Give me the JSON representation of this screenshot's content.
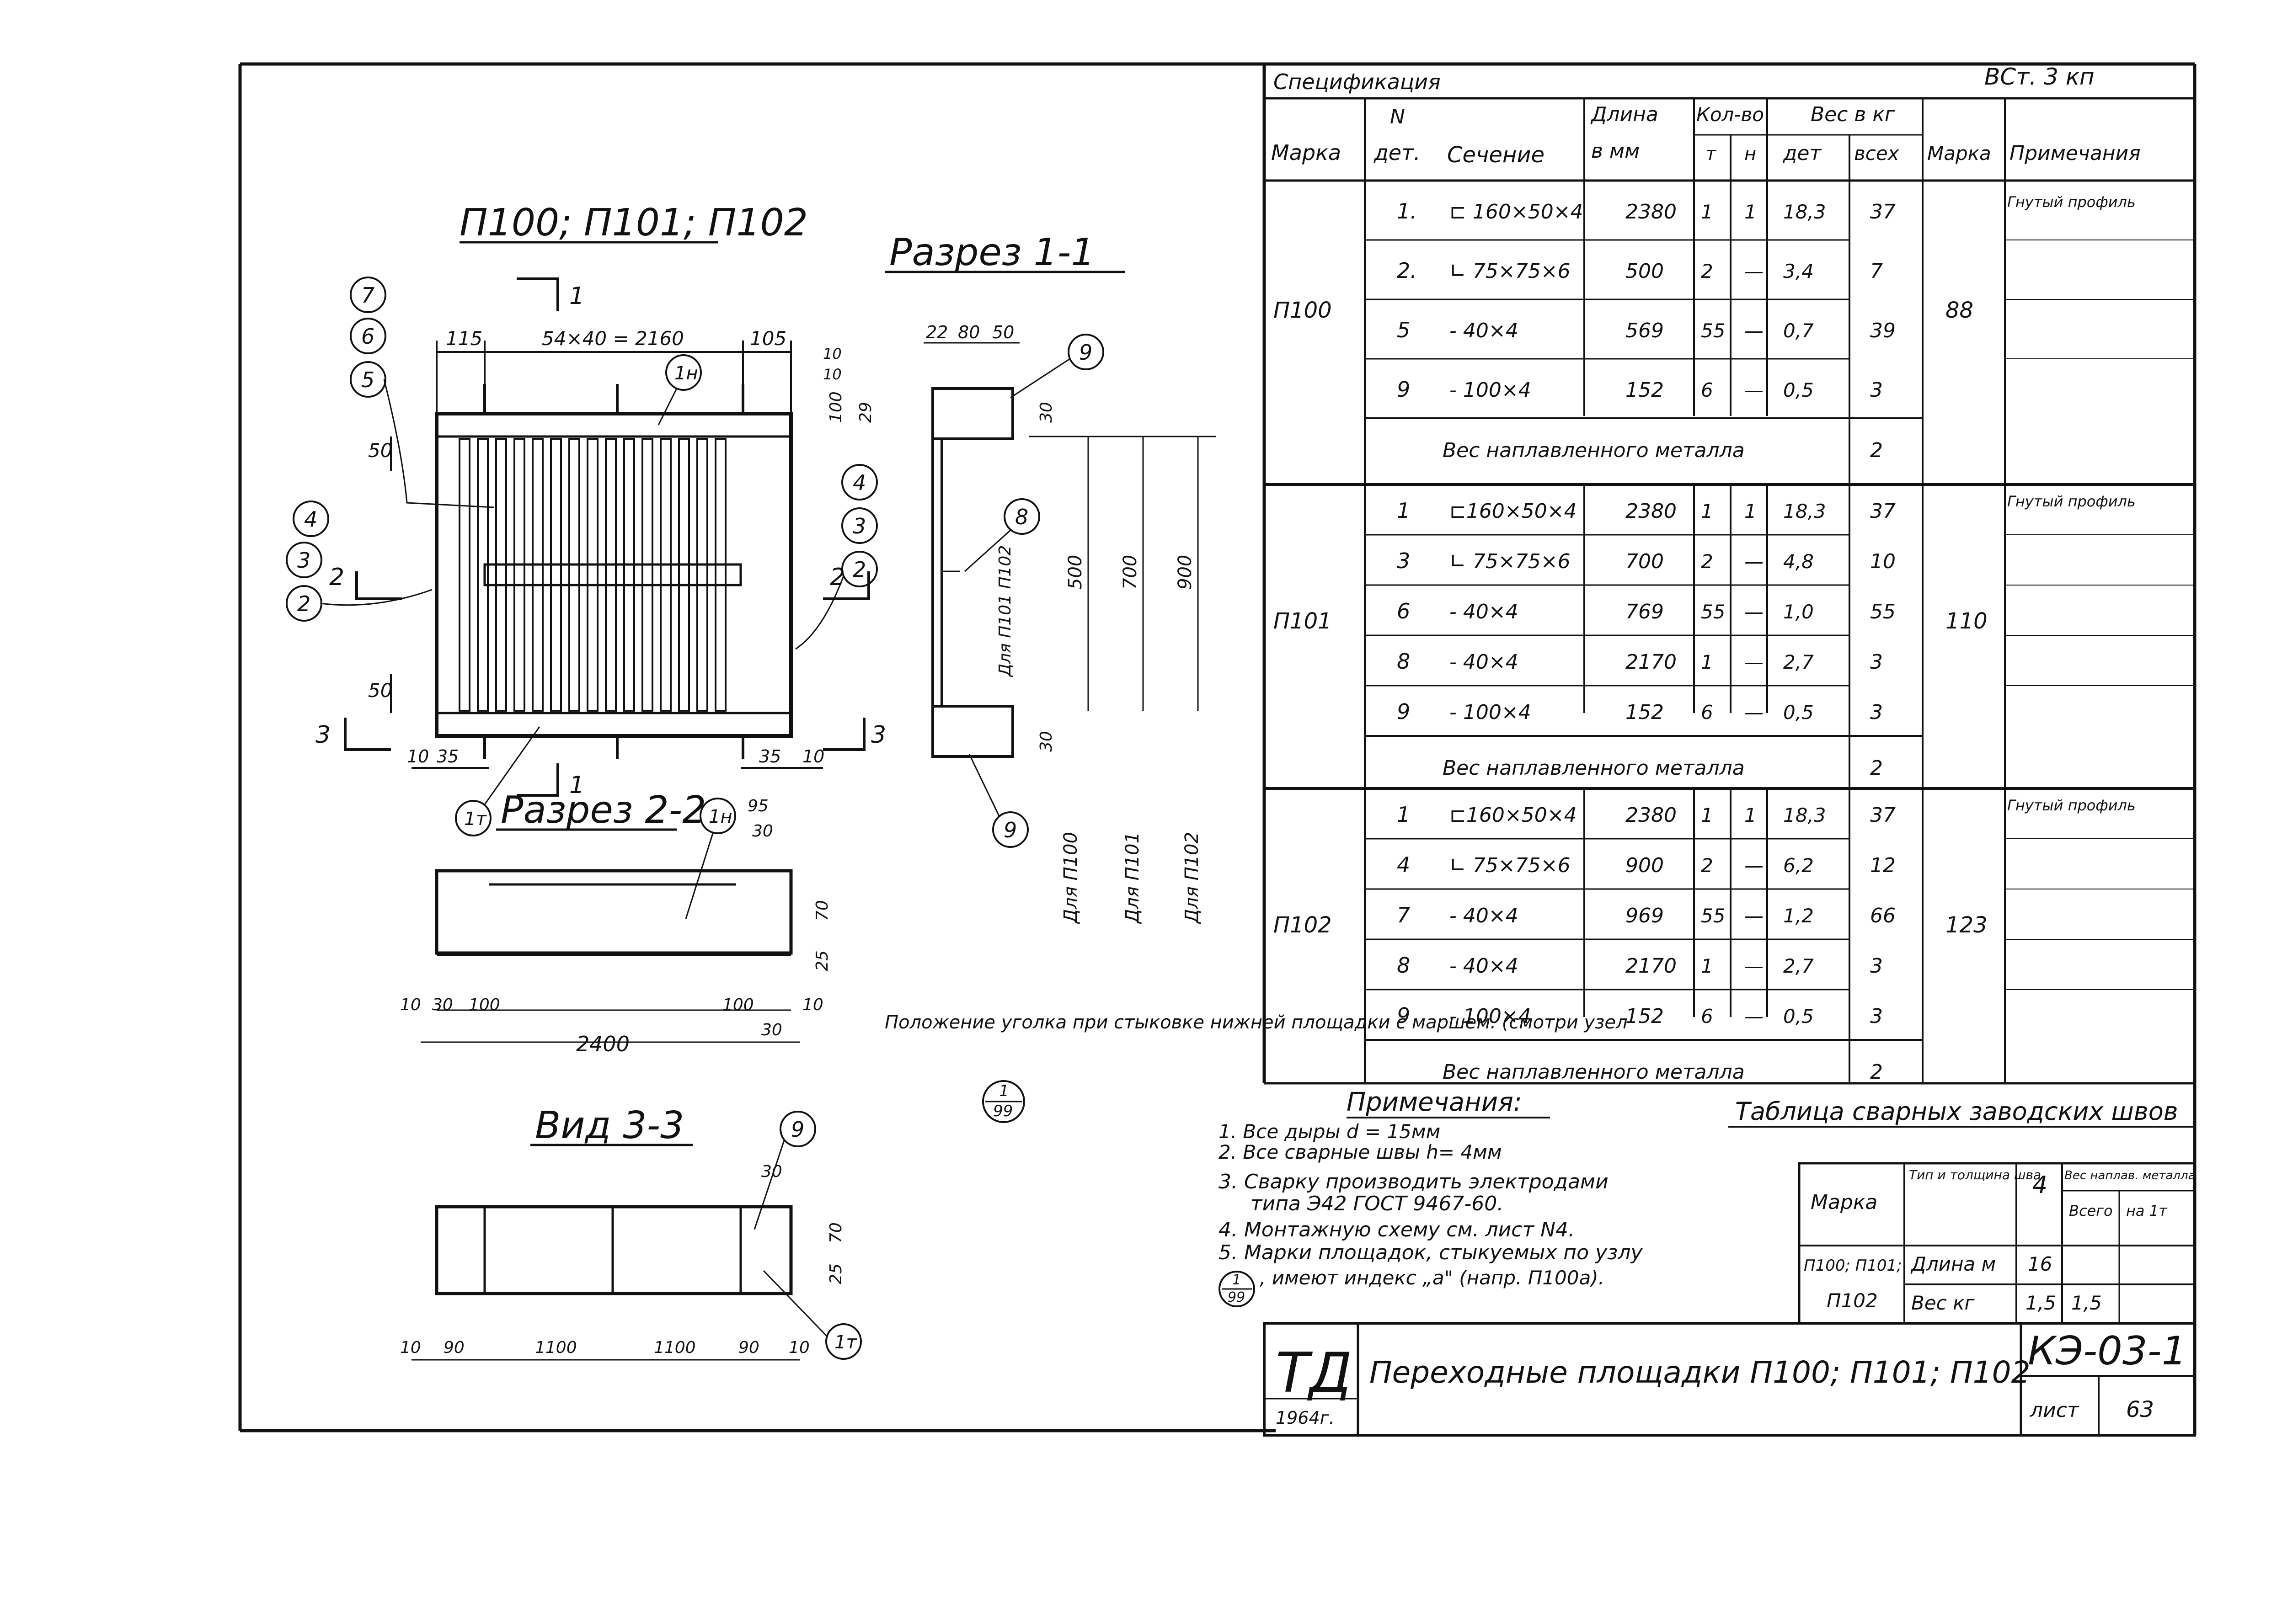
{
  "drawing": {
    "main_title": "П100; П101; П102",
    "section_1": "Разрез 1-1",
    "section_2": "Разрез 2-2",
    "view_3": "Вид 3-3",
    "dims_top": [
      "115",
      "54×40 = 2160",
      "105"
    ],
    "dims_left": [
      "50",
      "50"
    ],
    "dims_bottom": [
      "10",
      "35",
      "35",
      "10"
    ],
    "callouts": [
      "7",
      "6",
      "5",
      "4",
      "3",
      "2",
      "4",
      "3",
      "2",
      "1н",
      "1т",
      "1н",
      "8",
      "9",
      "9",
      "9",
      "1т"
    ],
    "section_marks": [
      "1",
      "1",
      "2",
      "2",
      "3",
      "3"
    ],
    "s1_dims": [
      "22",
      "80",
      "50",
      "10",
      "10",
      "100",
      "29",
      "30",
      "500",
      "700",
      "900",
      "30"
    ],
    "s1_labels": [
      "Для П101\nП102",
      "Для П100",
      "Для П101",
      "Для П102"
    ],
    "s2_dims": [
      "95",
      "30",
      "70",
      "25",
      "10",
      "30",
      "100",
      "100",
      "10",
      "30",
      "2400"
    ],
    "angle_note": "Положение уголка при стыковке нижней площадки с маршем. (смотри узел",
    "node_ref": {
      "top": "1",
      "bottom": "99"
    },
    "v3_dims": [
      "30",
      "70",
      "25",
      "10",
      "90",
      "1100",
      "1100",
      "90",
      "10"
    ]
  },
  "spec": {
    "title": "Спецификация",
    "steel": "ВСт. 3 кп",
    "headers": {
      "mark": "Марка",
      "n_top": "N",
      "n_bottom": "дет.",
      "section": "Сечение",
      "length_top": "Длина",
      "length_bottom": "в мм",
      "qty": "Кол-во",
      "qty_t": "т",
      "qty_n": "н",
      "weight": "Вес в кг",
      "w_det": "дет",
      "w_all": "всех",
      "w_mark": "Марка",
      "notes": "Примечания"
    },
    "groups": [
      {
        "mark": "П100",
        "total": "88",
        "rows": [
          {
            "n": "1.",
            "section": "⊏ 160×50×4",
            "length": "2380",
            "t": "1",
            "nn": "1",
            "det": "18,3",
            "all": "37",
            "note": "Гнутый профиль"
          },
          {
            "n": "2.",
            "section": "∟ 75×75×6",
            "length": "500",
            "t": "2",
            "nn": "—",
            "det": "3,4",
            "all": "7",
            "note": ""
          },
          {
            "n": "5",
            "section": "- 40×4",
            "length": "569",
            "t": "55",
            "nn": "—",
            "det": "0,7",
            "all": "39",
            "note": ""
          },
          {
            "n": "9",
            "section": "- 100×4",
            "length": "152",
            "t": "6",
            "nn": "—",
            "det": "0,5",
            "all": "3",
            "note": ""
          }
        ],
        "weld_label": "Вес наплавленного металла",
        "weld": "2"
      },
      {
        "mark": "П101",
        "total": "110",
        "rows": [
          {
            "n": "1",
            "section": "⊏160×50×4",
            "length": "2380",
            "t": "1",
            "nn": "1",
            "det": "18,3",
            "all": "37",
            "note": "Гнутый профиль"
          },
          {
            "n": "3",
            "section": "∟ 75×75×6",
            "length": "700",
            "t": "2",
            "nn": "—",
            "det": "4,8",
            "all": "10",
            "note": ""
          },
          {
            "n": "6",
            "section": "- 40×4",
            "length": "769",
            "t": "55",
            "nn": "—",
            "det": "1,0",
            "all": "55",
            "note": ""
          },
          {
            "n": "8",
            "section": "- 40×4",
            "length": "2170",
            "t": "1",
            "nn": "—",
            "det": "2,7",
            "all": "3",
            "note": ""
          },
          {
            "n": "9",
            "section": "- 100×4",
            "length": "152",
            "t": "6",
            "nn": "—",
            "det": "0,5",
            "all": "3",
            "note": ""
          }
        ],
        "weld_label": "Вес наплавленного металла",
        "weld": "2"
      },
      {
        "mark": "П102",
        "total": "123",
        "rows": [
          {
            "n": "1",
            "section": "⊏160×50×4",
            "length": "2380",
            "t": "1",
            "nn": "1",
            "det": "18,3",
            "all": "37",
            "note": "Гнутый профиль"
          },
          {
            "n": "4",
            "section": "∟ 75×75×6",
            "length": "900",
            "t": "2",
            "nn": "—",
            "det": "6,2",
            "all": "12",
            "note": ""
          },
          {
            "n": "7",
            "section": "- 40×4",
            "length": "969",
            "t": "55",
            "nn": "—",
            "det": "1,2",
            "all": "66",
            "note": ""
          },
          {
            "n": "8",
            "section": "- 40×4",
            "length": "2170",
            "t": "1",
            "nn": "—",
            "det": "2,7",
            "all": "3",
            "note": ""
          },
          {
            "n": "9",
            "section": "- 100×4",
            "length": "152",
            "t": "6",
            "nn": "—",
            "det": "0,5",
            "all": "3",
            "note": ""
          }
        ],
        "weld_label": "Вес наплавленного металла",
        "weld": "2"
      }
    ]
  },
  "notes": {
    "title": "Примечания:",
    "lines": [
      "1. Все дыры d = 15мм",
      "2. Все сварные швы h= 4мм",
      "3. Сварку производить электродами",
      "типа Э42 ГОСТ 9467-60.",
      "4. Монтажную схему см. лист N4.",
      "5. Марки площадок, стыкуемых по узлу",
      ", имеют индекс „а\" (напр. П100а)."
    ]
  },
  "weld_table": {
    "title": "Таблица сварных заводских швов",
    "h_mark": "Марка",
    "h_type": "Тип и толщина шва",
    "h_size": "4",
    "h_weight": "Вес наплав. металла",
    "h_total": "Всего",
    "h_per_t": "на 1т",
    "r1_mark": "П100; П101;",
    "r1_label": "Длина м",
    "r1_val": "16",
    "r2_mark": "П102",
    "r2_label": "Вес кг",
    "r2_val": "1,5",
    "r2_total": "1,5"
  },
  "title_block": {
    "org": "ТД",
    "year": "1964г.",
    "name": "Переходные площадки П100; П101; П102",
    "code": "КЭ-03-1",
    "sheet_label": "лист",
    "sheet_no": "63"
  }
}
